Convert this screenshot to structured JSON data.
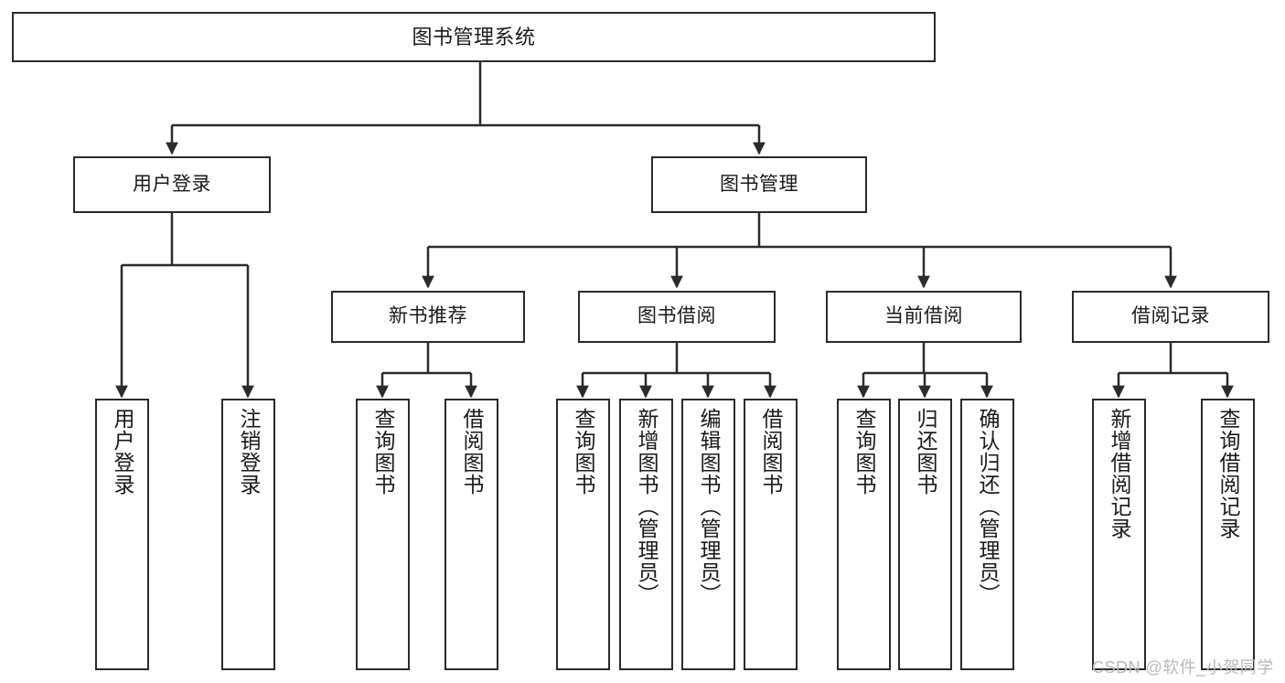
{
  "diagram": {
    "type": "hierarchy-tree",
    "title": "图书管理系统",
    "watermark": "CSDN @软件_小贺同学",
    "colors": {
      "box_border": "#2b2b2b",
      "box_fill": "#ffffff",
      "connector": "#2b2b2b",
      "text": "#1a1a1a",
      "watermark": "#b9b9b9"
    },
    "levels": {
      "level1": [
        {
          "id": "root",
          "label": "图书管理系统"
        }
      ],
      "level2": [
        {
          "id": "user-login",
          "label": "用户登录"
        },
        {
          "id": "book-manage",
          "label": "图书管理"
        }
      ],
      "level3": [
        {
          "id": "new-book-rec",
          "label": "新书推荐",
          "parent": "book-manage"
        },
        {
          "id": "book-borrow",
          "label": "图书借阅",
          "parent": "book-manage"
        },
        {
          "id": "current-borrow",
          "label": "当前借阅",
          "parent": "book-manage"
        },
        {
          "id": "borrow-record",
          "label": "借阅记录",
          "parent": "book-manage"
        }
      ],
      "leaves": [
        {
          "id": "leaf-user-login",
          "label": "用户登录",
          "parent": "user-login"
        },
        {
          "id": "leaf-logout",
          "label": "注销登录",
          "parent": "user-login"
        },
        {
          "id": "leaf-query-book-1",
          "label": "查询图书",
          "parent": "new-book-rec"
        },
        {
          "id": "leaf-borrow-book-1",
          "label": "借阅图书",
          "parent": "new-book-rec"
        },
        {
          "id": "leaf-query-book-2",
          "label": "查询图书",
          "parent": "book-borrow"
        },
        {
          "id": "leaf-add-book",
          "label": "新增图书（管理员）",
          "parent": "book-borrow"
        },
        {
          "id": "leaf-edit-book",
          "label": "编辑图书（管理员）",
          "parent": "book-borrow"
        },
        {
          "id": "leaf-borrow-book-2",
          "label": "借阅图书",
          "parent": "book-borrow"
        },
        {
          "id": "leaf-query-book-3",
          "label": "查询图书",
          "parent": "current-borrow"
        },
        {
          "id": "leaf-return-book",
          "label": "归还图书",
          "parent": "current-borrow"
        },
        {
          "id": "leaf-confirm-return",
          "label": "确认归还（管理员）",
          "parent": "current-borrow"
        },
        {
          "id": "leaf-add-record",
          "label": "新增借阅记录",
          "parent": "borrow-record"
        },
        {
          "id": "leaf-query-record",
          "label": "查询借阅记录",
          "parent": "borrow-record"
        }
      ]
    }
  }
}
